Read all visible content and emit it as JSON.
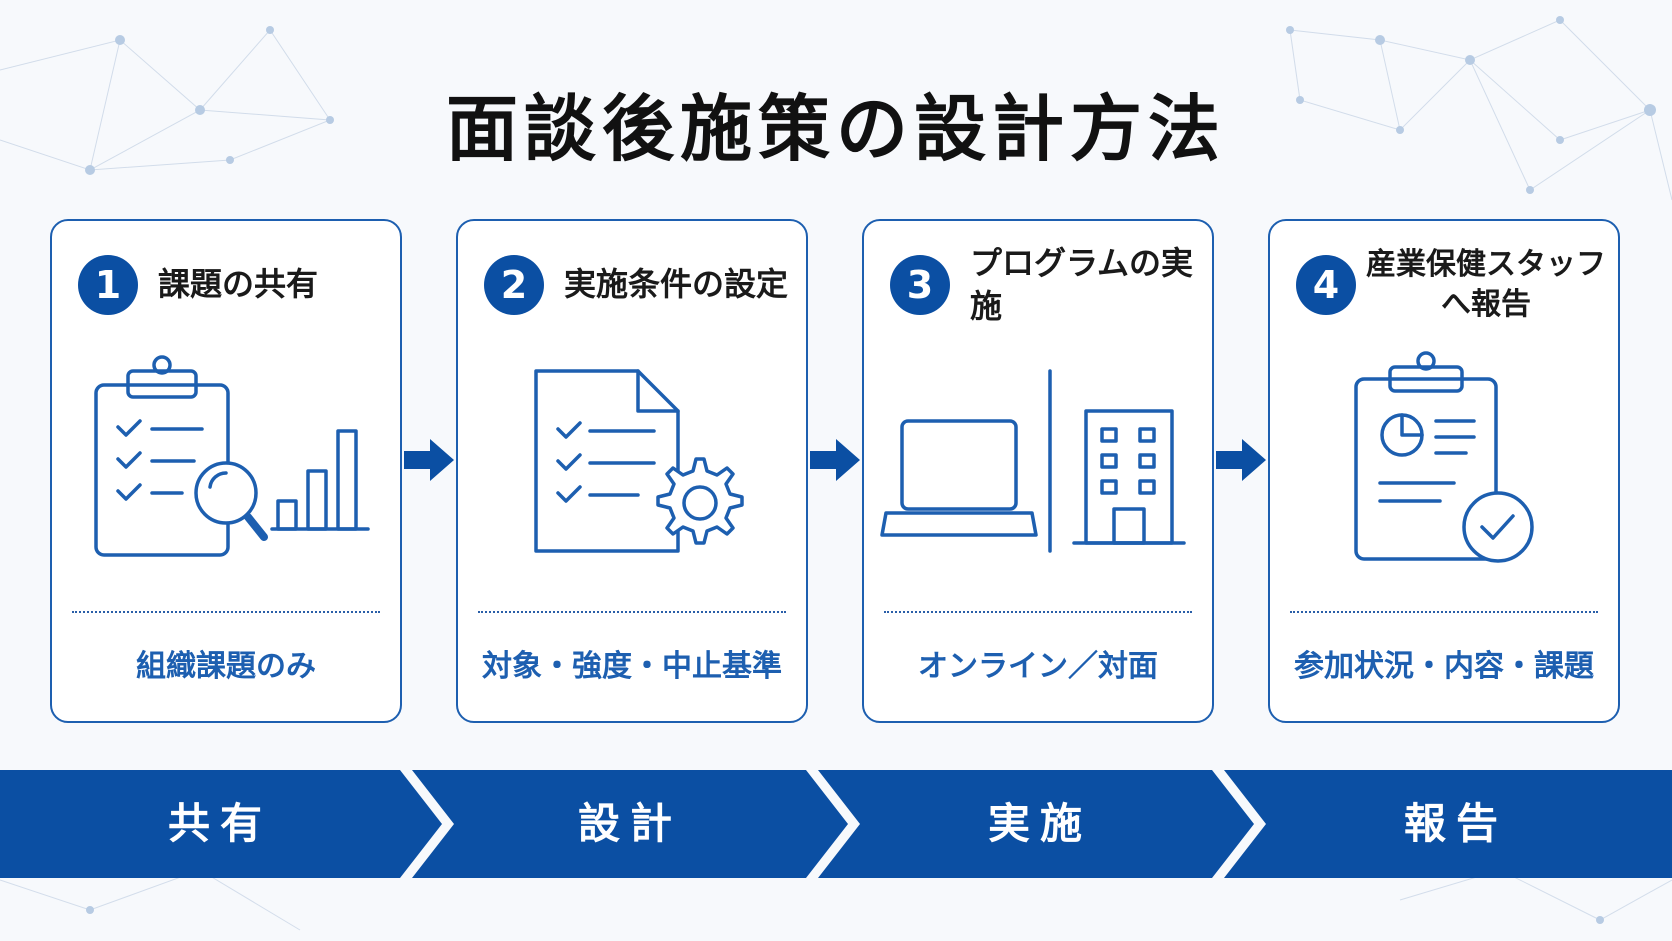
{
  "title": "面談後施策の設計方法",
  "steps": [
    {
      "number": "1",
      "title": "課題の共有",
      "subtitle": "組織課題のみ",
      "icon": "clipboard-search-chart-icon"
    },
    {
      "number": "2",
      "title": "実施条件の設定",
      "subtitle": "対象・強度・中止基準",
      "icon": "document-gear-icon"
    },
    {
      "number": "3",
      "title": "プログラムの実施",
      "subtitle": "オンライン／対面",
      "icon": "laptop-building-icon"
    },
    {
      "number": "4",
      "title": "産業保健スタッフへ報告",
      "subtitle": "参加状況・内容・課題",
      "icon": "clipboard-pie-check-icon"
    }
  ],
  "phases": [
    "共有",
    "設計",
    "実施",
    "報告"
  ],
  "colors": {
    "primary": "#0b4fa3",
    "border": "#1d5fb0",
    "text": "#1a1a1a"
  }
}
